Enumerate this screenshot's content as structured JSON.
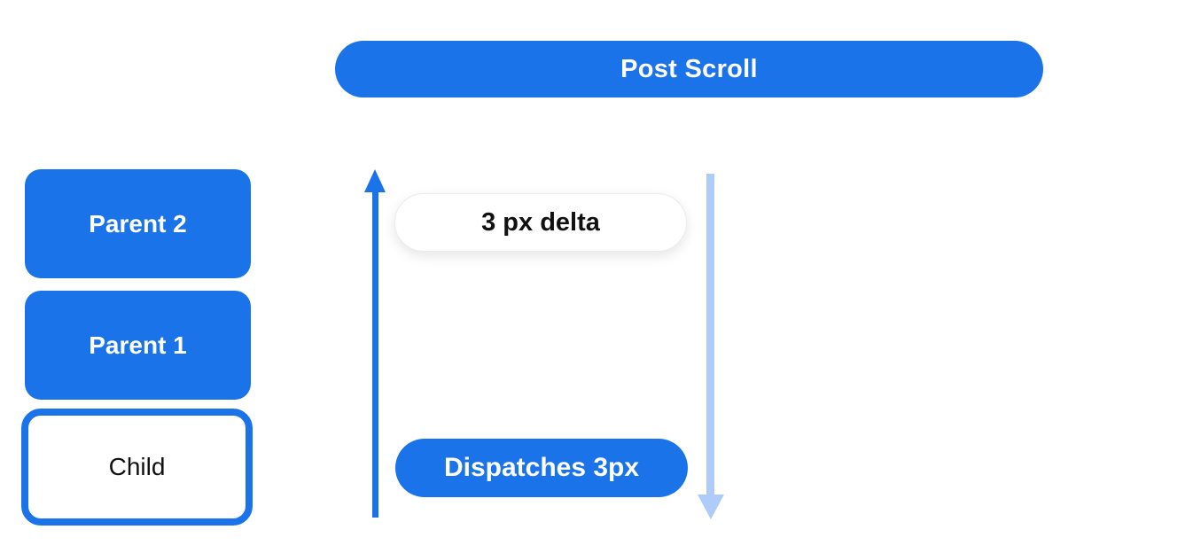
{
  "diagram": {
    "title_pill": "Post Scroll",
    "boxes": {
      "parent2_label": "Parent 2",
      "parent1_label": "Parent 1",
      "child_label": "Child"
    },
    "annotations": {
      "delta_label": "3 px delta",
      "dispatches_label": "Dispatches 3px"
    },
    "icons": {
      "up_arrow": "up-arrow-icon",
      "down_arrow": "down-arrow-icon"
    },
    "colors": {
      "primary_blue": "#1a73e8",
      "light_blue": "#aecbfa",
      "pill_white": "#ffffff",
      "text_dark": "#111111",
      "text_light": "#ffffff"
    }
  }
}
